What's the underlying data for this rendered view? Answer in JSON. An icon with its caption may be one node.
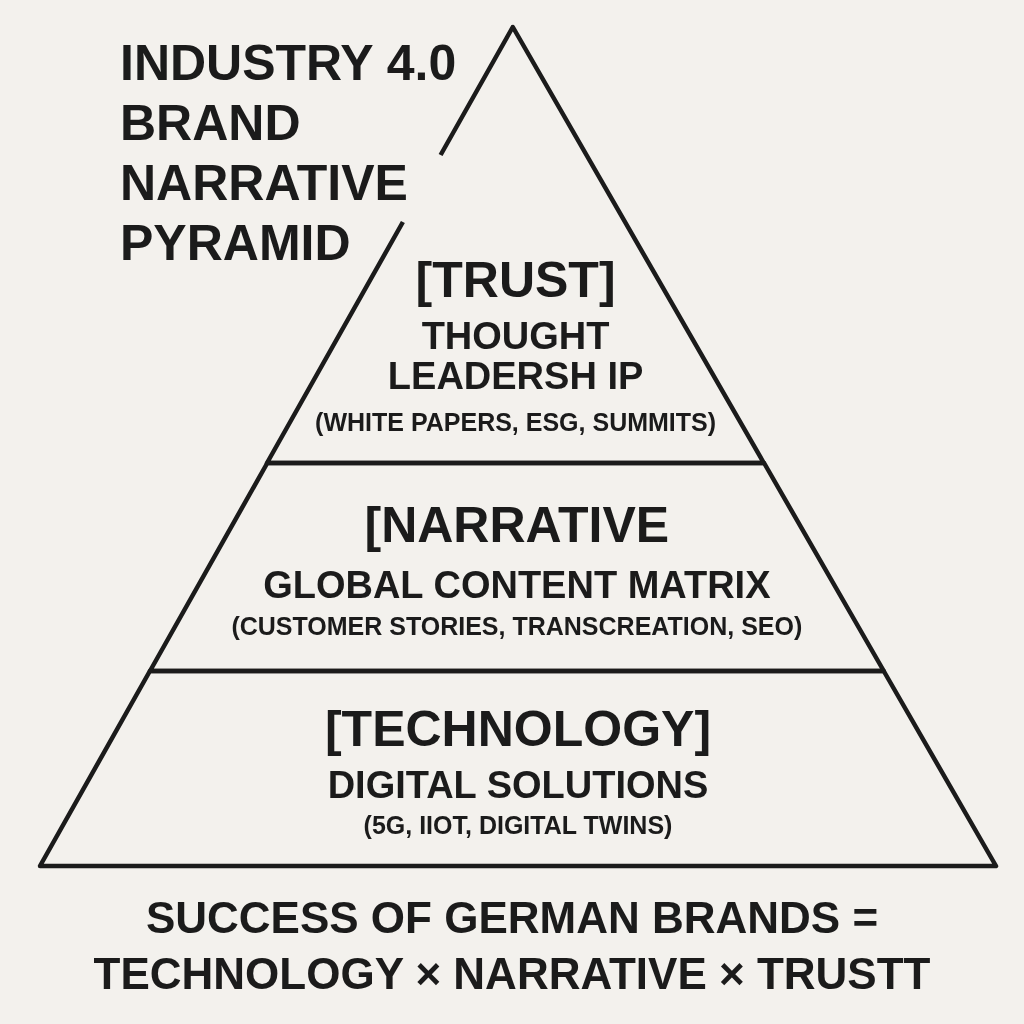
{
  "diagram": {
    "title": "INDUSTRY 4.0 BRAND NARRATIVE PYRAMID",
    "caption": "SUCCESS OF GERMAN BRANDS = TECHNOLOGY × NARRATIVE × TRUSTT",
    "nodes": [
      {
        "text": [
          "[TRUST]",
          "THOUGHT LEADERSH IP",
          "(WHITE PAPERS, ESG, SUMMITS)"
        ]
      },
      {
        "text": [
          "[NARRATIVE",
          "GLOBAL CONTENT MATRIX",
          "(CUSTOMER STORIES, TRANSCREATION, SEO)"
        ]
      },
      {
        "text": [
          "[TECHNOLOGY]",
          "DIGITAL SOLUTIONS",
          "(5G, IIOT, DIGITAL TWINS)"
        ]
      }
    ]
  }
}
